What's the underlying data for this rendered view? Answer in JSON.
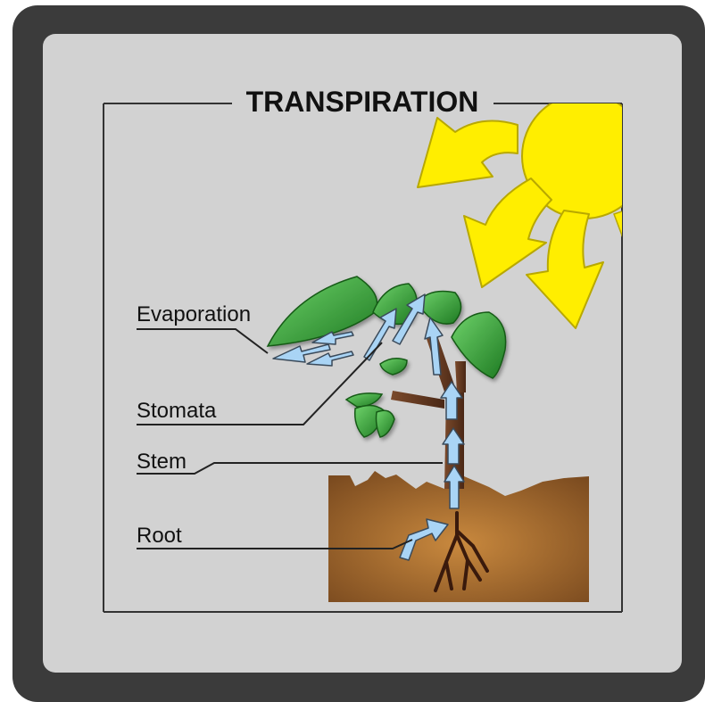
{
  "title": "TRANSPIRATION",
  "labels": {
    "evaporation": "Evaporation",
    "stomata": "Stomata",
    "stem": "Stem",
    "root": "Root"
  },
  "colors": {
    "frame": "#3b3b3b",
    "panel": "#d2d2d2",
    "sun": "#ffee00",
    "leaf": "#2f9a2f",
    "soil": "#8f5a2a",
    "water_arrow": "#a9d4f5"
  },
  "icons": [
    "sun-icon",
    "sunlight-arrow-icon",
    "leaf-icon",
    "water-flow-arrow-icon",
    "root-icon"
  ]
}
